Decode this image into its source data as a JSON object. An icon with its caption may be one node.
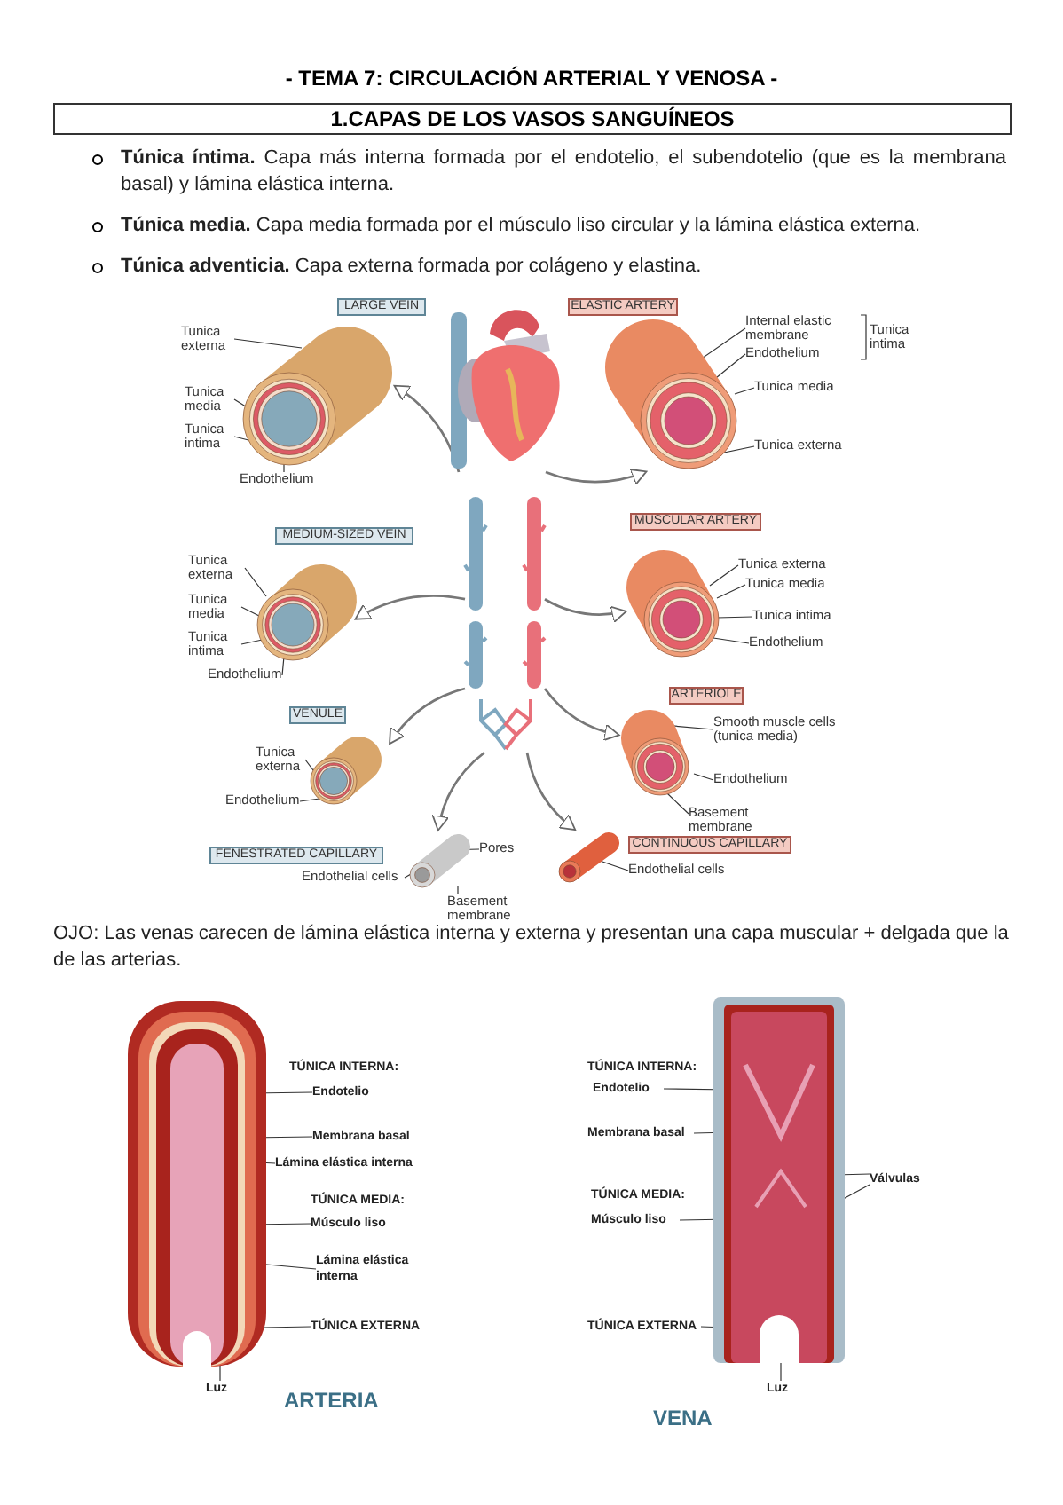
{
  "diagram": {
    "title": "- TEMA 7: CIRCULACIÓN ARTERIAL Y VENOSA -",
    "nodes": [
      {
        "text": [
          "1.CAPAS DE LOS VASOS SANGUÍNEOS"
        ]
      },
      {
        "text": [
          "LARGE VEIN"
        ]
      },
      {
        "text": [],
        "shape": "picture"
      },
      {
        "text": [
          "Tunica externa"
        ]
      },
      {
        "text": [
          "Tunica media"
        ]
      },
      {
        "text": [
          "Tunica intima"
        ]
      },
      {
        "text": [
          "Endothelium"
        ]
      },
      {
        "text": [],
        "shape": "picture"
      },
      {
        "text": [
          "ELASTIC ARTERY"
        ]
      },
      {
        "text": [],
        "shape": "picture"
      },
      {
        "text": [
          "Internal elastic membrane"
        ]
      },
      {
        "text": [
          "Endothelium"
        ]
      },
      {
        "text": [
          "Tunica media"
        ]
      },
      {
        "text": [
          "Tunica externa"
        ]
      },
      {
        "text": [
          "MEDIUM-SIZED VEIN"
        ]
      },
      {
        "text": [],
        "shape": "picture"
      },
      {
        "text": [
          "Tunica externa"
        ]
      },
      {
        "text": [
          "Tunica media"
        ]
      },
      {
        "text": [
          "Tunica intima"
        ]
      },
      {
        "text": [
          "Endothelium"
        ]
      },
      {
        "text": [],
        "shape": "bar"
      },
      {
        "text": [],
        "shape": "bar"
      },
      {
        "text": [
          "MUSCULAR ARTERY"
        ]
      },
      {
        "text": [],
        "shape": "picture"
      },
      {
        "text": [
          "Tunica externa"
        ]
      },
      {
        "text": [
          "Tunica media"
        ]
      },
      {
        "text": [
          "Tunica intima"
        ]
      },
      {
        "text": [
          "Endothelium"
        ]
      },
      {
        "text": [],
        "shape": "bar"
      },
      {
        "text": [],
        "shape": "bar"
      },
      {
        "text": [
          "VENULE"
        ]
      },
      {
        "text": [],
        "shape": "picture"
      },
      {
        "text": [
          "Tunica externa"
        ]
      },
      {
        "text": [
          "Endothelium"
        ]
      },
      {
        "text": [
          "ARTERIOLE"
        ]
      },
      {
        "text": [],
        "shape": "picture"
      },
      {
        "text": [
          "Smooth muscle cells (tunica media)"
        ]
      },
      {
        "text": [
          "Endothelium"
        ]
      },
      {
        "text": [
          "Basement membrane"
        ]
      },
      {
        "text": [],
        "shape": "picture"
      },
      {
        "text": [
          "FENESTRATED CAPILLARY"
        ]
      },
      {
        "text": [],
        "shape": "picture"
      },
      {
        "text": [
          "Pores"
        ]
      },
      {
        "text": [
          "Endothelial cells"
        ]
      },
      {
        "text": [
          "Basement membrane"
        ]
      },
      {
        "text": [
          "CONTINUOUS CAPILLARY"
        ]
      },
      {
        "text": [],
        "shape": "picture"
      },
      {
        "text": [
          "Endothelial cells"
        ]
      },
      {
        "text": [],
        "shape": "picture",
        "beside": [
          "ARTERIA"
        ]
      },
      {
        "text": [
          "Endotelio"
        ]
      },
      {
        "text": [
          "Membrana basal"
        ]
      },
      {
        "text": [
          "Lámina elástica interna"
        ]
      },
      {
        "text": [
          "Músculo liso"
        ]
      },
      {
        "text": [
          "Lámina elástica interna"
        ]
      },
      {
        "text": [
          "TÚNICA EXTERNA"
        ]
      },
      {
        "text": [
          "Luz"
        ]
      },
      {
        "text": [],
        "shape": "picture",
        "beside": [
          "VENA"
        ]
      },
      {
        "text": [
          "Endotelio"
        ]
      },
      {
        "text": [
          "Membrana basal"
        ]
      },
      {
        "text": [
          "Músculo liso"
        ]
      },
      {
        "text": [
          "Válvulas"
        ]
      },
      {
        "text": [
          "TÚNICA EXTERNA"
        ]
      },
      {
        "text": [
          "Luz"
        ]
      }
    ],
    "edges": [
      {
        "from": 7,
        "to": 2,
        "arrow": "to"
      },
      {
        "from": 7,
        "to": 9,
        "arrow": "to"
      },
      {
        "from": 20,
        "to": 15,
        "arrow": "to"
      },
      {
        "from": 21,
        "to": 23,
        "arrow": "to"
      },
      {
        "from": 28,
        "to": 31,
        "arrow": "to"
      },
      {
        "from": 29,
        "to": 35,
        "arrow": "to"
      },
      {
        "from": 39,
        "to": 41,
        "arrow": "to"
      },
      {
        "from": 39,
        "to": 46,
        "arrow": "to"
      },
      {
        "from": 3,
        "to": 2,
        "arrow": "none"
      },
      {
        "from": 4,
        "to": 2,
        "arrow": "none"
      },
      {
        "from": 5,
        "to": 2,
        "arrow": "none"
      },
      {
        "from": 6,
        "to": 2,
        "arrow": "none"
      },
      {
        "from": 10,
        "to": 9,
        "arrow": "none"
      },
      {
        "from": 11,
        "to": 9,
        "arrow": "none"
      },
      {
        "from": 12,
        "to": 9,
        "arrow": "none"
      },
      {
        "from": 13,
        "to": 9,
        "arrow": "none"
      },
      {
        "from": 16,
        "to": 15,
        "arrow": "none"
      },
      {
        "from": 17,
        "to": 15,
        "arrow": "none"
      },
      {
        "from": 18,
        "to": 15,
        "arrow": "none"
      },
      {
        "from": 19,
        "to": 15,
        "arrow": "none"
      },
      {
        "from": 24,
        "to": 23,
        "arrow": "none"
      },
      {
        "from": 25,
        "to": 23,
        "arrow": "none"
      },
      {
        "from": 26,
        "to": 23,
        "arrow": "none"
      },
      {
        "from": 27,
        "to": 23,
        "arrow": "none"
      },
      {
        "from": 32,
        "to": 31,
        "arrow": "none"
      },
      {
        "from": 33,
        "to": 31,
        "arrow": "none"
      },
      {
        "from": 36,
        "to": 35,
        "arrow": "none"
      },
      {
        "from": 37,
        "to": 35,
        "arrow": "none"
      },
      {
        "from": 38,
        "to": 35,
        "arrow": "none"
      },
      {
        "from": 42,
        "to": 41,
        "arrow": "none"
      },
      {
        "from": 43,
        "to": 41,
        "arrow": "none"
      },
      {
        "from": 44,
        "to": 41,
        "arrow": "none"
      },
      {
        "from": 47,
        "to": 46,
        "arrow": "none"
      },
      {
        "from": 49,
        "to": 48,
        "arrow": "none"
      },
      {
        "from": 50,
        "to": 48,
        "arrow": "none"
      },
      {
        "from": 51,
        "to": 48,
        "arrow": "none"
      },
      {
        "from": 52,
        "to": 48,
        "arrow": "none"
      },
      {
        "from": 53,
        "to": 48,
        "arrow": "none"
      },
      {
        "from": 54,
        "to": 48,
        "arrow": "none"
      },
      {
        "from": 55,
        "to": 48,
        "arrow": "none"
      },
      {
        "from": 57,
        "to": 56,
        "arrow": "none"
      },
      {
        "from": 58,
        "to": 56,
        "arrow": "none"
      },
      {
        "from": 59,
        "to": 56,
        "arrow": "none"
      },
      {
        "from": 60,
        "to": 56,
        "arrow": "none"
      },
      {
        "from": 60,
        "to": 56,
        "arrow": "none"
      },
      {
        "from": 61,
        "to": 56,
        "arrow": "none"
      },
      {
        "from": 62,
        "to": 56,
        "arrow": "none"
      }
    ],
    "labels": [
      "**Túnica íntima.** Capa más interna formada por el endotelio, el subendotelio (que es la membrana basal) y lámina elástica interna.",
      "**Túnica media.** Capa media formada por el músculo liso circular y la lámina elástica externa.",
      "**Túnica adventicia.** Capa externa formada por colágeno y elastina.",
      "Tunica intima",
      "OJO: Las venas carecen de lámina elástica interna y externa y presentan una capa muscular + delgada que la de las arterias.",
      "TÚNICA INTERNA:",
      "TÚNICA MEDIA:",
      "TÚNICA INTERNA:",
      "TÚNICA MEDIA:"
    ]
  }
}
